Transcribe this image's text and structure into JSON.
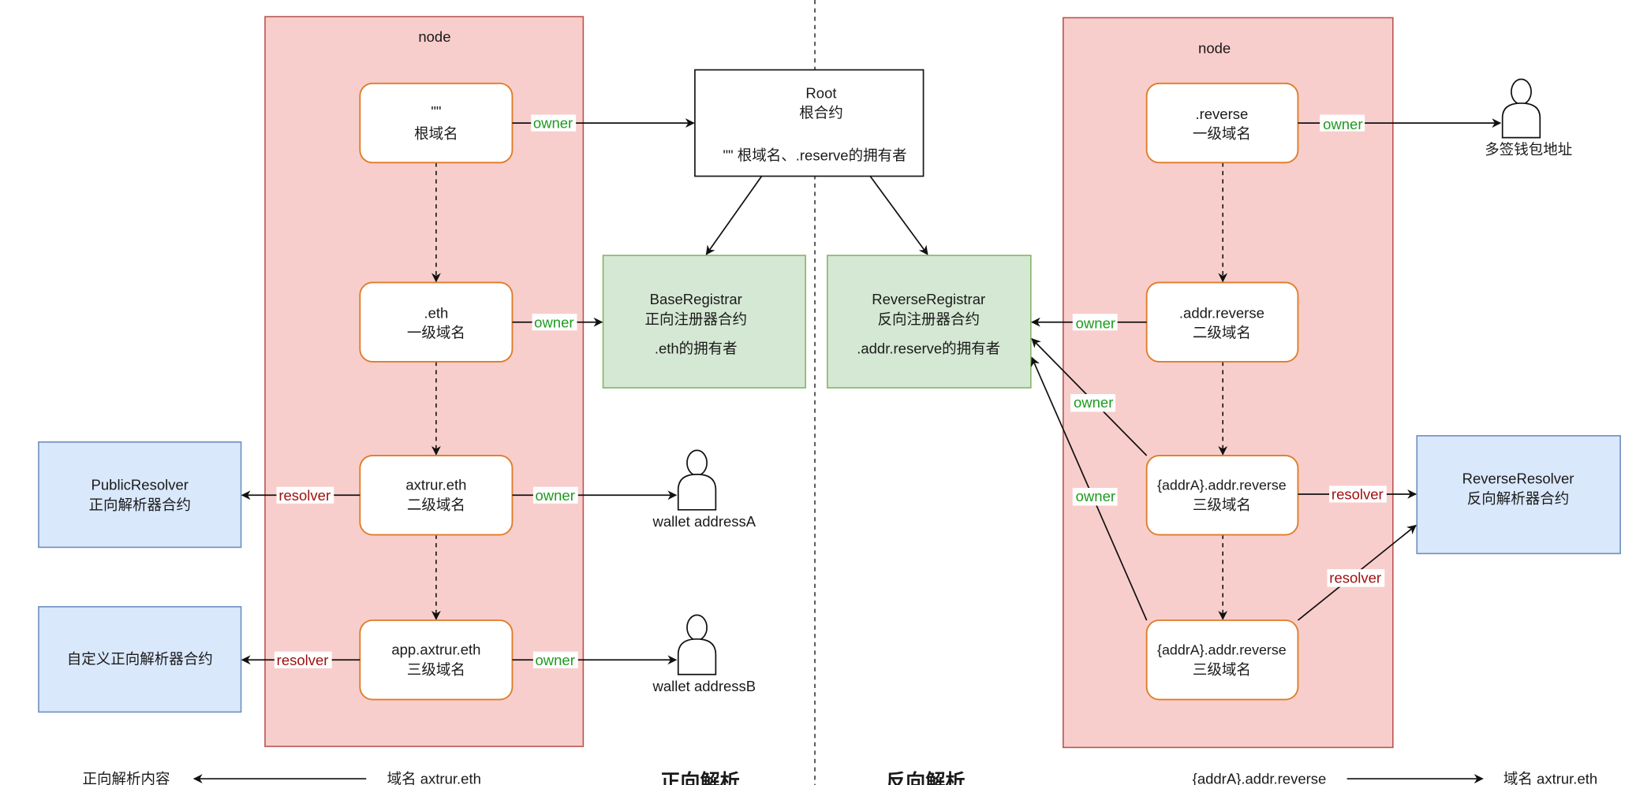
{
  "forward": {
    "container_label": "node",
    "nodes": [
      {
        "line1": "\"\"",
        "line2": "根域名"
      },
      {
        "line1": ".eth",
        "line2": "一级域名"
      },
      {
        "line1": "axtrur.eth",
        "line2": "二级域名"
      },
      {
        "line1": "app.axtrur.eth",
        "line2": "三级域名"
      }
    ],
    "root": {
      "line1": "Root",
      "line2": "根合约",
      "line3": "\"\" 根域名、.reserve的拥有者"
    },
    "base_registrar": {
      "line1": "BaseRegistrar",
      "line2": "正向注册器合约",
      "line3": ".eth的拥有者"
    },
    "public_resolver": {
      "line1": "PublicResolver",
      "line2": "正向解析器合约"
    },
    "custom_resolver": {
      "line1": "自定义正向解析器合约"
    },
    "wallet_a": "wallet addressA",
    "wallet_b": "wallet addressB",
    "edge_owner": "owner",
    "edge_resolver": "resolver",
    "legend_from": "域名 axtrur.eth",
    "legend_to": "正向解析内容",
    "section_title": "正向解析"
  },
  "reverse": {
    "container_label": "node",
    "nodes": [
      {
        "line1": ".reverse",
        "line2": "一级域名"
      },
      {
        "line1": ".addr.reverse",
        "line2": "二级域名"
      },
      {
        "line1": "{addrA}.addr.reverse",
        "line2": "三级域名"
      },
      {
        "line1": "{addrA}.addr.reverse",
        "line2": "三级域名"
      }
    ],
    "reverse_registrar": {
      "line1": "ReverseRegistrar",
      "line2": "反向注册器合约",
      "line3": ".addr.reserve的拥有者"
    },
    "reverse_resolver": {
      "line1": "ReverseResolver",
      "line2": "反向解析器合约"
    },
    "multisig": "多签钱包地址",
    "edge_owner": "owner",
    "edge_resolver": "resolver",
    "legend_from": "{addrA}.addr.reverse",
    "legend_to": "域名 axtrur.eth",
    "section_title": "反向解析"
  },
  "colors": {
    "container_fill": "#f8cecc",
    "container_stroke": "#b85450",
    "node_stroke": "#e07b27",
    "registrar_fill": "#d5e8d4",
    "resolver_fill": "#dae8fc",
    "owner_label": "#1f9a1f",
    "resolver_label": "#a01010"
  }
}
